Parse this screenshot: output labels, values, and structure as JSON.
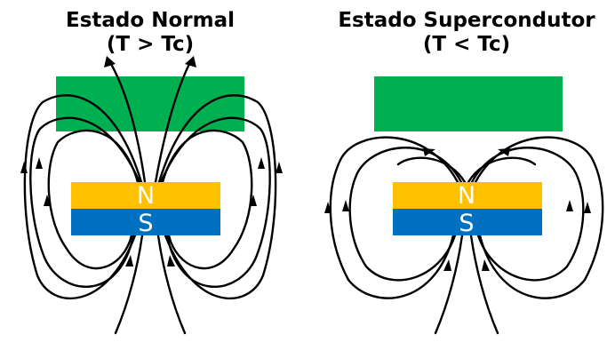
{
  "panels": [
    {
      "title_line1": "Estado Normal",
      "title_line2": "(T > Tc)",
      "north_label": "N",
      "south_label": "S"
    },
    {
      "title_line1": "Estado Supercondutor",
      "title_line2": "(T < Tc)",
      "north_label": "N",
      "south_label": "S"
    }
  ],
  "colors": {
    "superconductor": "#00b050",
    "north_pole": "#ffc000",
    "south_pole": "#0070c0",
    "field_lines": "#000000"
  }
}
